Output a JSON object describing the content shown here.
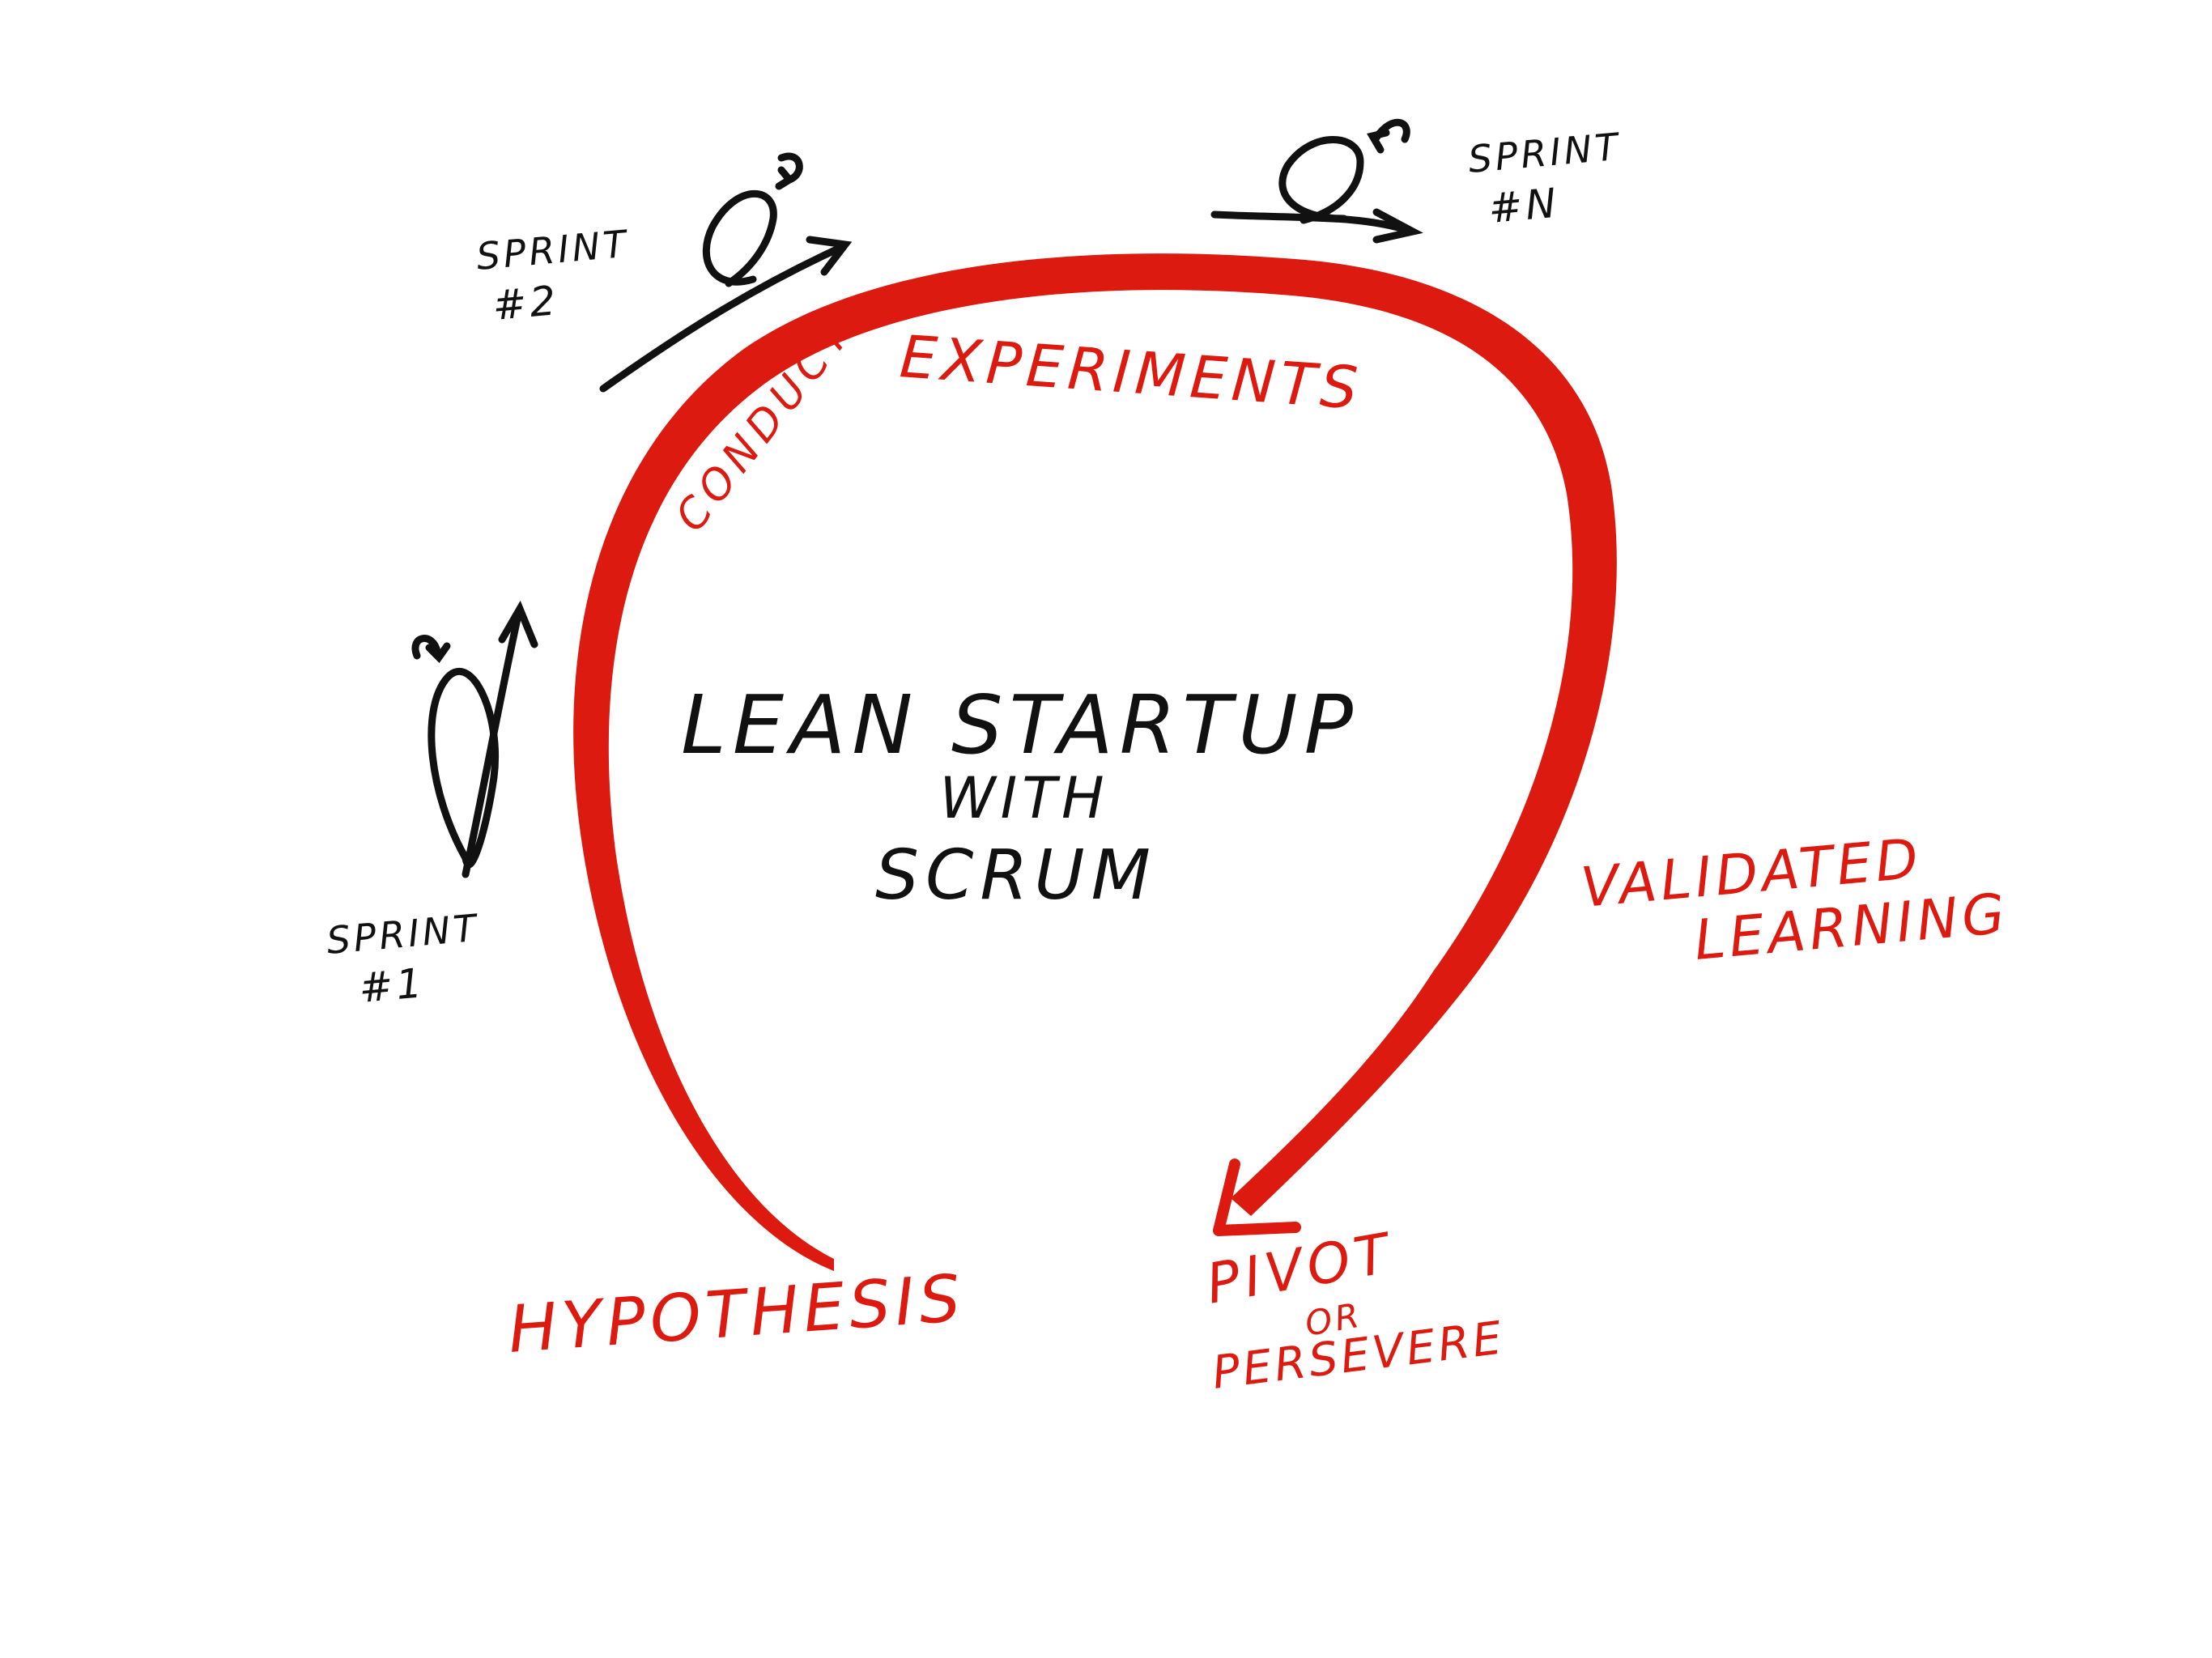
{
  "colors": {
    "loop": "#dc1a10",
    "ink": "#111111",
    "background": "#ffffff"
  },
  "center": {
    "line1": "LEAN STARTUP",
    "line2": "WITH",
    "line3": "SCRUM"
  },
  "stages": {
    "hypothesis": "HYPOTHESIS",
    "conduct": "CONDUCT",
    "experiments": "EXPERIMENTS",
    "validated": "VALIDATED",
    "learning": "LEARNING",
    "pivot": "PIVOT",
    "or": "OR",
    "persevere": "PERSEVERE"
  },
  "sprints": [
    {
      "label": "SPRINT",
      "number": "#1"
    },
    {
      "label": "SPRINT",
      "number": "#2"
    },
    {
      "label": "SPRINT",
      "number": "#n"
    }
  ],
  "icons": {
    "loop_arrow": "red-loop-arrow",
    "sprint_cycle": "sprint-cycle-icon"
  }
}
